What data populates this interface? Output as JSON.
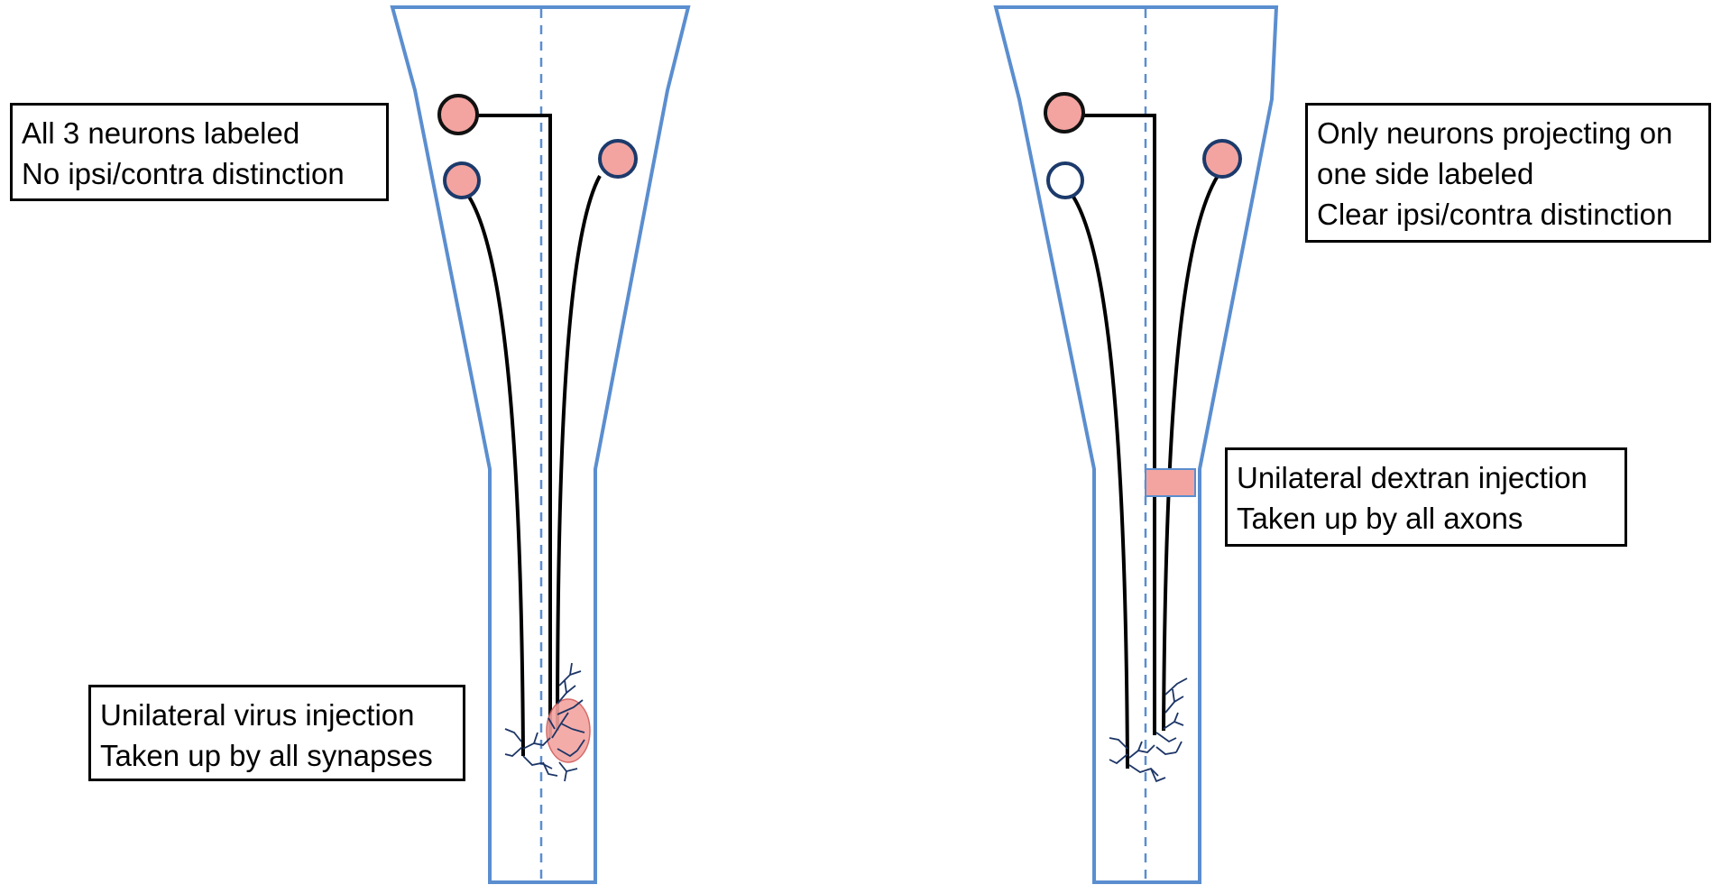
{
  "colors": {
    "outline": "#5b8ecf",
    "midline": "#5b8ecf",
    "neuron_labeled_fill": "#f3a4a0",
    "neuron_unlabeled_fill": "#ffffff",
    "neuron_stroke_left": "#1c3a6b",
    "axon": "#000000",
    "terminal": "#1c3566",
    "injection_fill": "#f3a4a0"
  },
  "left_panel": {
    "label_top": {
      "line1": "All 3 neurons labeled",
      "line2": "No ipsi/contra distinction"
    },
    "label_injection": {
      "line1": "Unilateral virus injection",
      "line2": "Taken up by all synapses"
    },
    "neurons": [
      {
        "id": "upper-left",
        "labeled": true
      },
      {
        "id": "lower-left",
        "labeled": true
      },
      {
        "id": "right",
        "labeled": true
      }
    ]
  },
  "right_panel": {
    "label_top": {
      "line1": "Only neurons projecting on",
      "line2": "one side labeled",
      "line3": "Clear ipsi/contra distinction"
    },
    "label_injection": {
      "line1": "Unilateral dextran injection",
      "line2": "Taken up by all axons"
    },
    "neurons": [
      {
        "id": "upper-left",
        "labeled": true
      },
      {
        "id": "lower-left",
        "labeled": false
      },
      {
        "id": "right",
        "labeled": true
      }
    ]
  }
}
